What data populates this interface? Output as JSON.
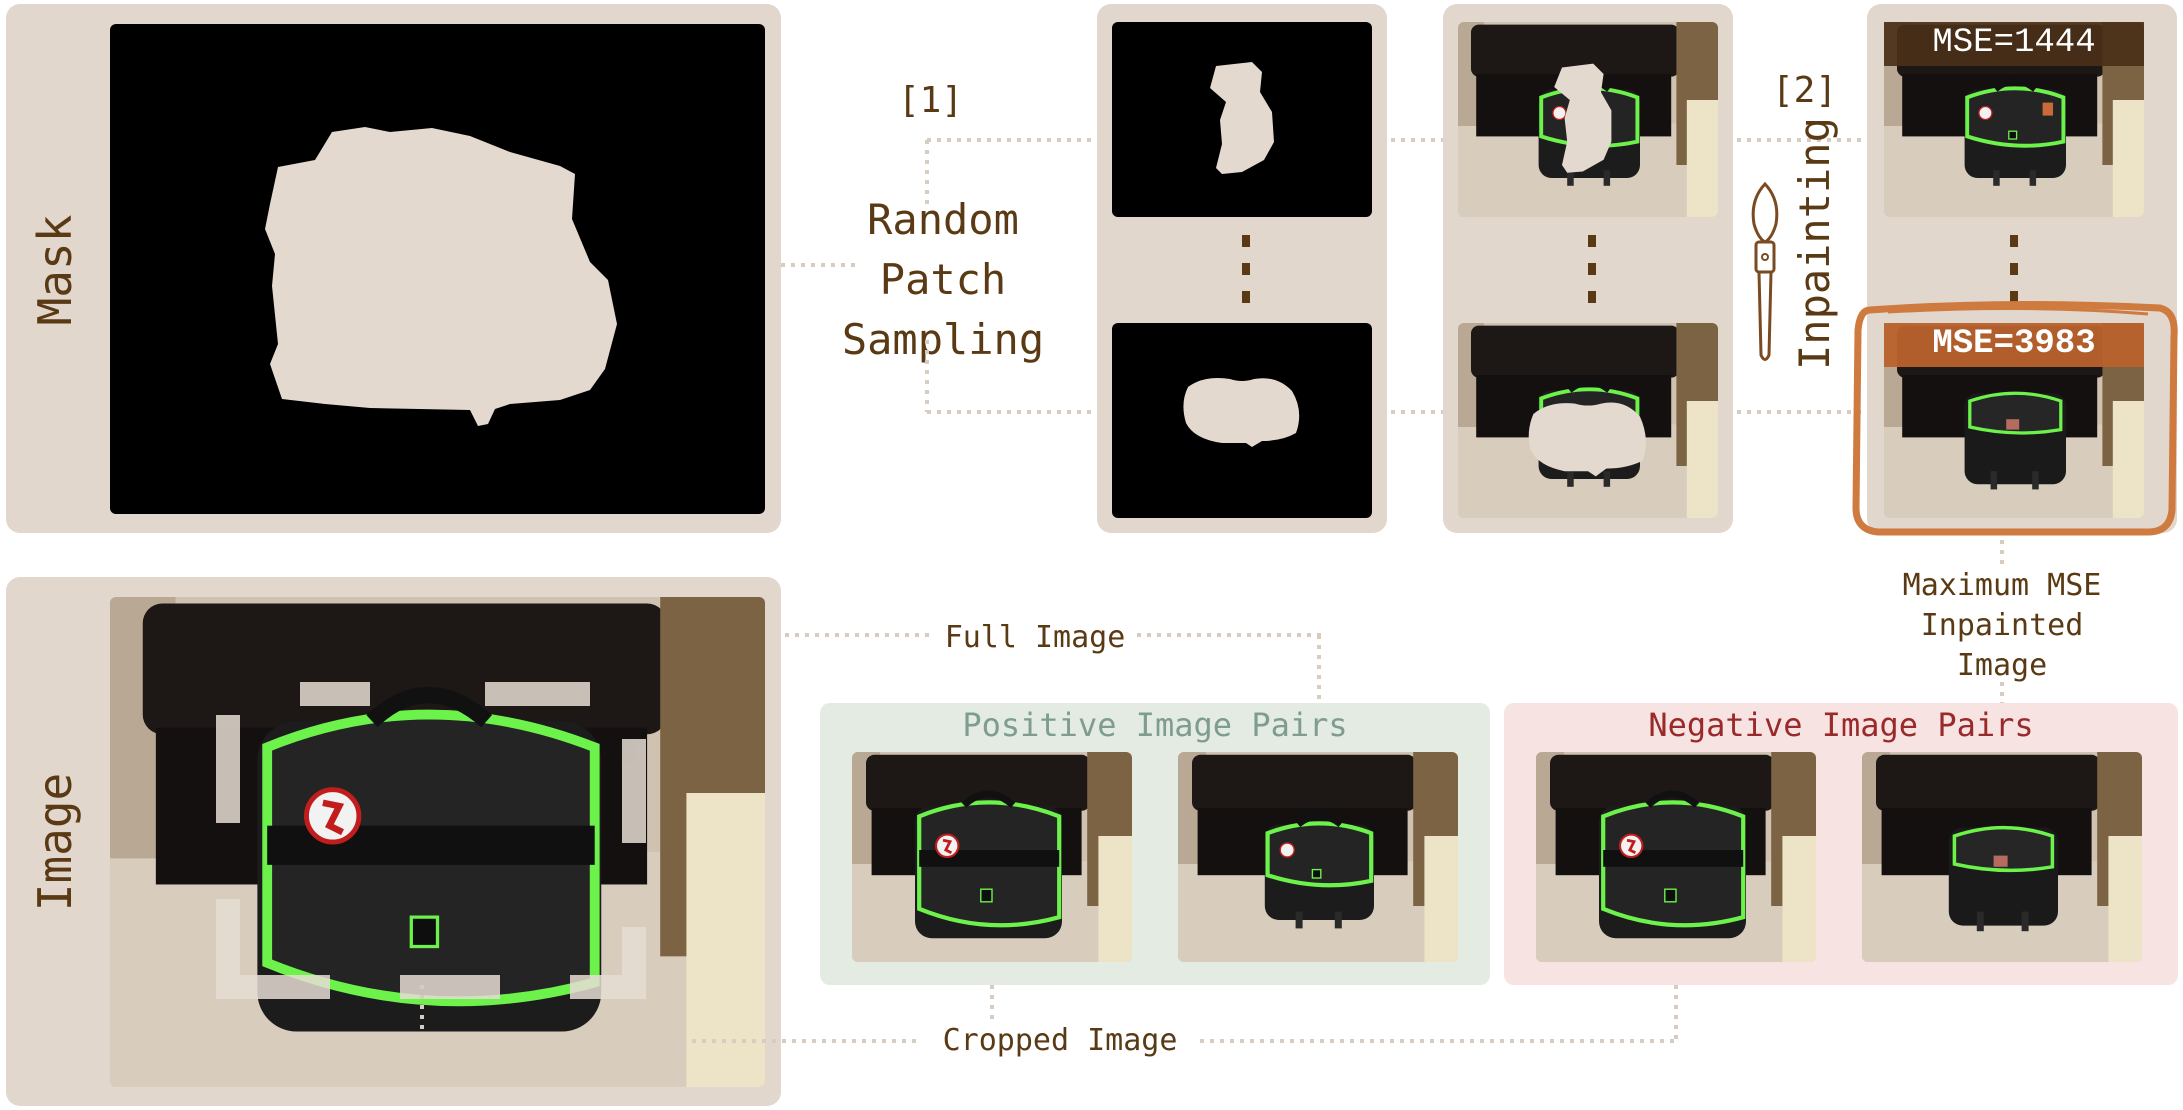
{
  "labels": {
    "mask": "Mask",
    "image": "Image",
    "step1": "[1]",
    "random_patch_sampling": [
      "Random",
      "Patch",
      "Sampling"
    ],
    "step2": "[2]",
    "inpainting": "Inpainting",
    "mse_top": "MSE=1444",
    "mse_selected": "MSE=3983",
    "max_mse": [
      "Maximum MSE",
      "Inpainted",
      "Image"
    ],
    "full_image": "Full Image",
    "cropped_image": "Cropped Image",
    "positive_pairs": "Positive Image Pairs",
    "negative_pairs": "Negative Image Pairs"
  },
  "icons": {
    "brush": "paintbrush-icon",
    "ellipsis": "vertical-ellipsis-icon"
  },
  "colors": {
    "panel_bg": "#e1d7cd",
    "mask_fill": "#e3d9cf",
    "text_brown": "#5a3a14",
    "highlight_orange": "#cf7a3f",
    "mse_badge_dark": "#4a3018",
    "mse_badge_orange": "#b9622d",
    "positive_bg": "#e3ebe3",
    "positive_text": "#7f9c90",
    "negative_bg": "#f6e3e2",
    "negative_text": "#9a2a2a",
    "bag_green": "#6cf24a"
  }
}
